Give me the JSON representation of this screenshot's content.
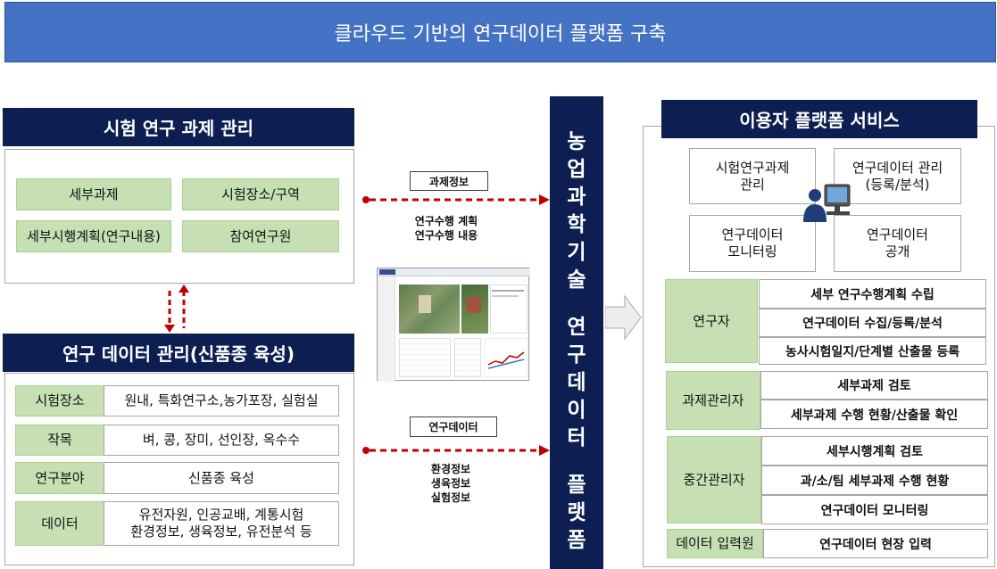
{
  "banner": "클라우드 기반의 연구데이터 플랫폼 구축",
  "left_top": {
    "title": "시험 연구 과제  관리",
    "items": [
      "세부과제",
      "시험장소/구역",
      "세부시행계획(연구내용)",
      "참여연구원"
    ]
  },
  "left_bottom": {
    "title": "연구 데이터 관리(신품종 육성)",
    "rows": [
      {
        "label": "시험장소",
        "value": "원내, 특화연구소,농가포장, 실험실"
      },
      {
        "label": "작목",
        "value": "벼, 콩, 장미, 선인장, 옥수수"
      },
      {
        "label": "연구분야",
        "value": "신품종 육성"
      },
      {
        "label": "데이터",
        "value1": "유전자원, 인공교배, 계통시험",
        "value2": "환경정보, 생육정보, 유전분석 등"
      }
    ]
  },
  "flows": {
    "top_label": "과제정보",
    "top_desc1": "연구수행 계획",
    "top_desc2": "연구수행 내용",
    "bottom_label": "연구데이터",
    "bottom_desc1": "환경정보",
    "bottom_desc2": "생육정보",
    "bottom_desc3": "실험정보"
  },
  "pillar": {
    "chars1": [
      "농",
      "업",
      "과",
      "학",
      "기",
      "술"
    ],
    "chars2": [
      "연",
      "구",
      "데",
      "이",
      "터"
    ],
    "chars3": [
      "플",
      "랫",
      "폼"
    ]
  },
  "right": {
    "title": "이용자 플랫폼 서비스",
    "services": [
      {
        "l1": "시험연구과제",
        "l2": "관리"
      },
      {
        "l1": "연구데이터 관리",
        "l2": "(등록/분석)"
      },
      {
        "l1": "연구데이터",
        "l2": "모니터링"
      },
      {
        "l1": "연구데이터",
        "l2": "공개"
      }
    ],
    "roles": [
      {
        "name": "연구자",
        "tasks": [
          "세부 연구수행계획 수립",
          "연구데이터 수집/등록/분석",
          "농사시험일지/단계별 산출물 등록"
        ]
      },
      {
        "name": "과제관리자",
        "tasks": [
          "세부과제 검토",
          "세부과제 수행 현황/산출물 확인"
        ]
      },
      {
        "name": "중간관리자",
        "tasks": [
          "세부시행계획 검토",
          "과/소/팀 세부과제 수행 현황",
          "연구데이터 모니터링"
        ]
      },
      {
        "name": "데이터 입력원",
        "tasks": [
          "연구데이터 현장 입력"
        ]
      }
    ]
  },
  "colors": {
    "banner": "#4472c4",
    "navy": "#0c1e52",
    "green": "#c6e0b4",
    "arrow_red": "#c00000"
  }
}
